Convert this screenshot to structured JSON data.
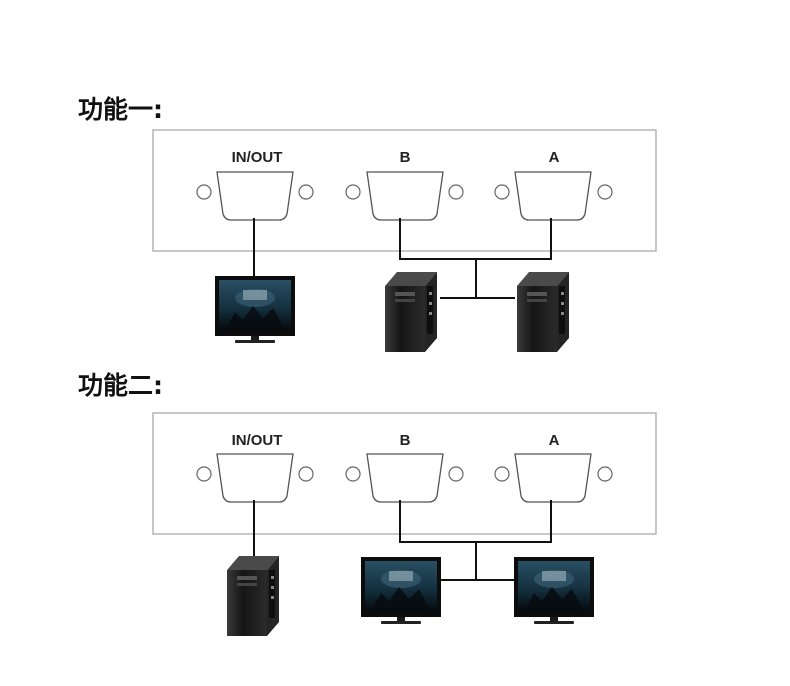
{
  "sections": [
    {
      "title": "功能一:",
      "ports": {
        "inout": "IN/OUT",
        "b": "B",
        "a": "A"
      },
      "devices": {
        "inout": "monitor",
        "b": "computer-tower",
        "a": "computer-tower"
      }
    },
    {
      "title": "功能二:",
      "ports": {
        "inout": "IN/OUT",
        "b": "B",
        "a": "A"
      },
      "devices": {
        "inout": "computer-tower",
        "b": "monitor",
        "a": "monitor"
      }
    }
  ],
  "colors": {
    "panel_border": "#b5b5b5",
    "line": "#111111",
    "screen": "#1e3a4c",
    "device_body": "#1a1a1a"
  }
}
